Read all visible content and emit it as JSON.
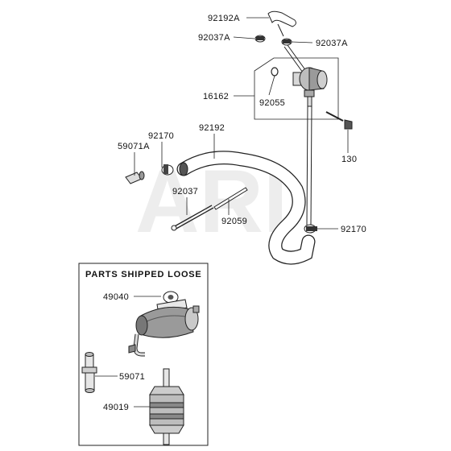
{
  "watermark": "ARI",
  "box": {
    "title": "PARTS SHIPPED LOOSE"
  },
  "labels": {
    "p92192A": "92192A",
    "p92037A_left": "92037A",
    "p92037A_right": "92037A",
    "p16162": "16162",
    "p92055": "92055",
    "p130": "130",
    "p92170_top": "92170",
    "p92192": "92192",
    "p59071A": "59071A",
    "p92037": "92037",
    "p92059": "92059",
    "p92170_right": "92170",
    "p49040": "49040",
    "p59071": "59071",
    "p49019": "49019"
  }
}
